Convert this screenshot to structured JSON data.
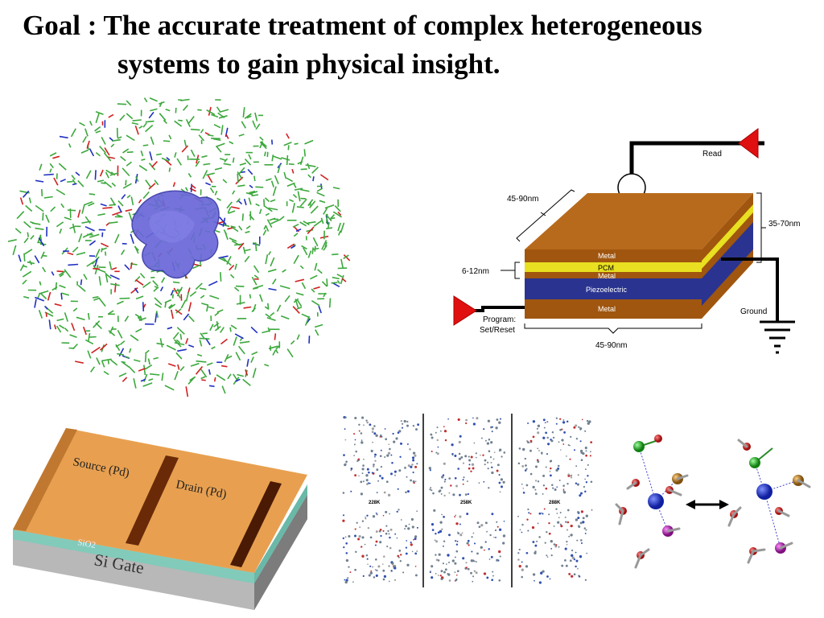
{
  "slide": {
    "title_line1": "Goal : The accurate treatment of complex heterogeneous",
    "title_line2": "systems to gain physical insight."
  },
  "pcm_device": {
    "read": "Read",
    "dim_top": "45-90nm",
    "dim_right": "35-70nm",
    "dim_left": "6-12nm",
    "dim_bottom": "45-90nm",
    "layer_metal_top": "Metal",
    "layer_pcm": "PCM",
    "layer_metal_mid": "Metal",
    "layer_piezo": "Piezoelectric",
    "layer_metal_bottom": "Metal",
    "ground": "Ground",
    "program_line1": "Program:",
    "program_line2": "Set/Reset"
  },
  "transistor": {
    "source": "Source (Pd)",
    "drain": "Drain (Pd)",
    "sio2": "SiO2",
    "gate": "Si Gate"
  },
  "md_snapshots": {
    "t1": "228K",
    "t2": "258K",
    "t3": "288K"
  },
  "colors": {
    "metal": "#a0560f",
    "metal_top": "#b86a1c",
    "pcm": "#e8e020",
    "piezo": "#2a3490",
    "signal_red": "#e01010",
    "protein_blob": "#6a68d8",
    "protein_chain": "#3ca83c",
    "gold_electrode": "#e8a050",
    "sio2": "#6ab8a8",
    "si": "#9c9c9c"
  }
}
